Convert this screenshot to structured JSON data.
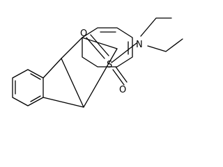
{
  "molecule": {
    "atom_labels": {
      "sulfur": "S",
      "nitrogen": "N",
      "oxygen_top": "O",
      "oxygen_bottom": "O"
    },
    "colors": {
      "bond": "#000000",
      "background": "#ffffff"
    }
  }
}
